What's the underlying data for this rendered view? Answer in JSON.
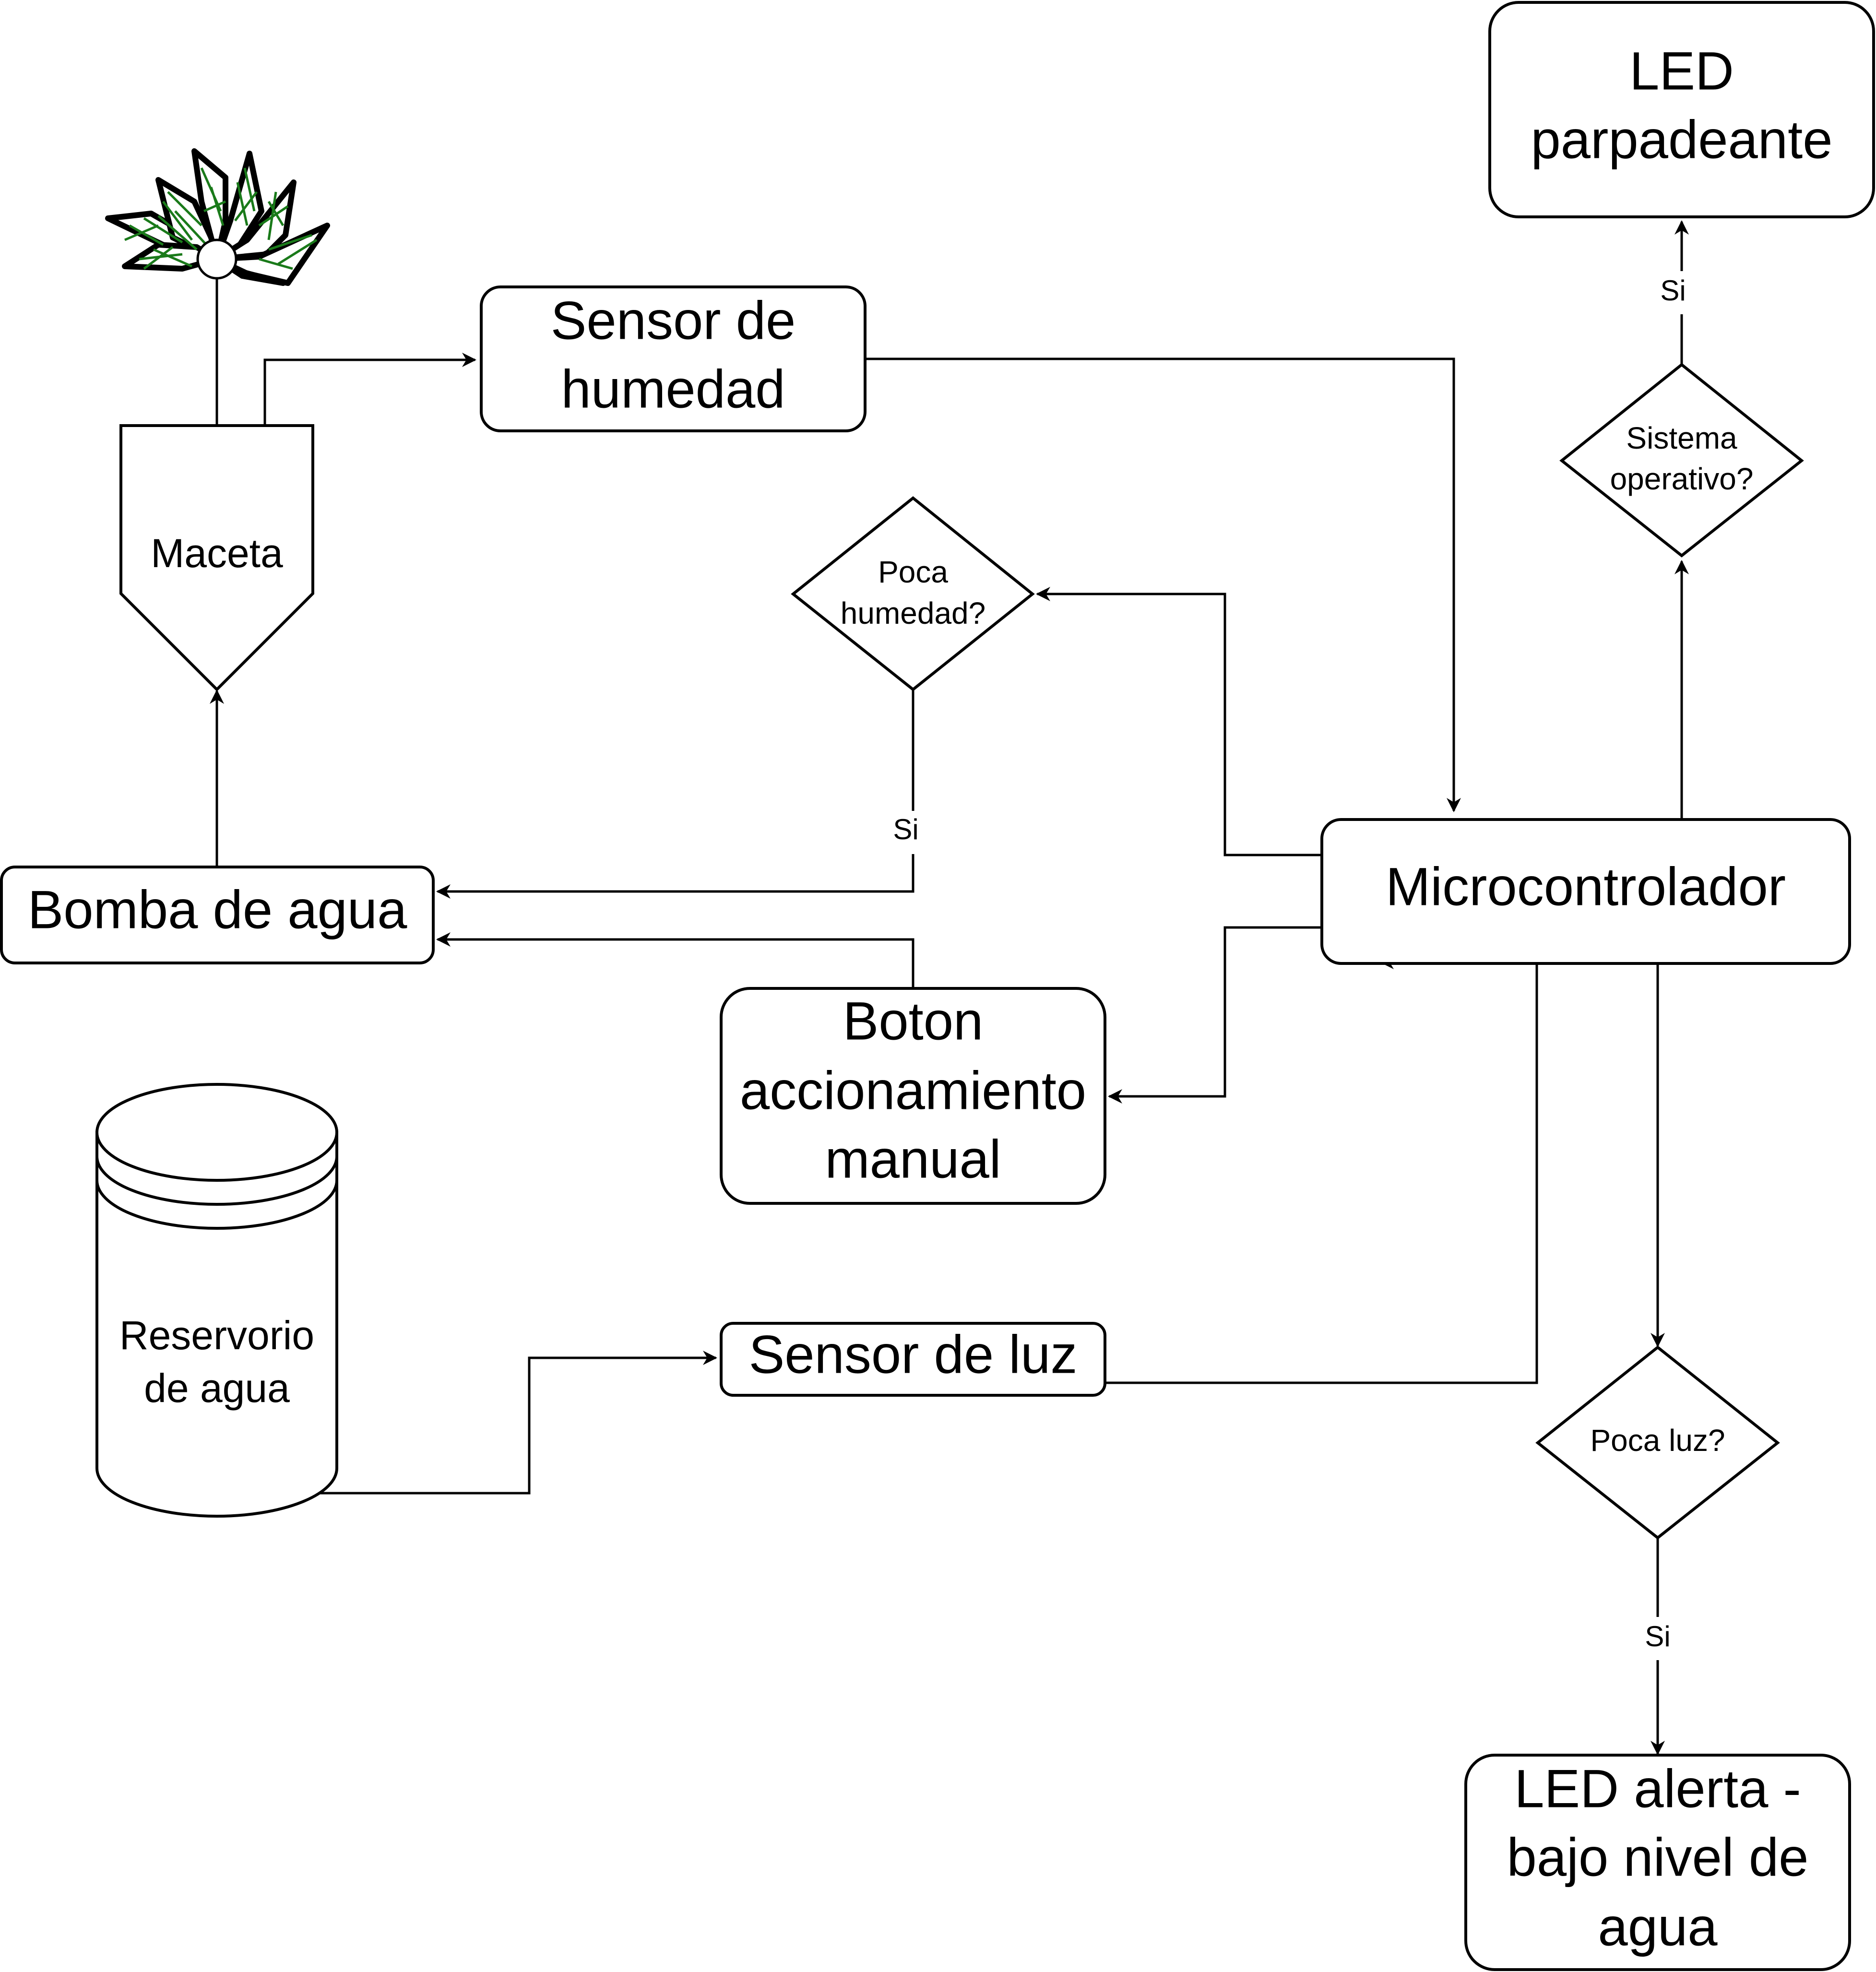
{
  "nodes": {
    "led_blink": [
      "LED",
      "parpadeante"
    ],
    "sensor_humidity": [
      "Sensor de",
      "humedad"
    ],
    "pot": "Maceta",
    "system_ok": [
      "Sistema",
      "operativo?"
    ],
    "low_humidity": [
      "Poca",
      "humedad?"
    ],
    "pump": "Bomba de agua",
    "microcontroller": "Microcontrolador",
    "manual_button": [
      "Boton",
      "accionamiento",
      "manual"
    ],
    "reservoir": [
      "Reservorio",
      "de agua"
    ],
    "light_sensor": "Sensor de luz",
    "low_light": "Poca luz?",
    "led_alert": [
      "LED alerta -",
      "bajo nivel de",
      "agua"
    ]
  },
  "edge_labels": {
    "yes_system": "Si",
    "yes_humidity": "Si",
    "yes_light": "Si"
  },
  "colors": {
    "stroke": "#000000",
    "plant_leaf": "#1a7a1a"
  },
  "icons": {
    "plant": "plant-icon"
  }
}
